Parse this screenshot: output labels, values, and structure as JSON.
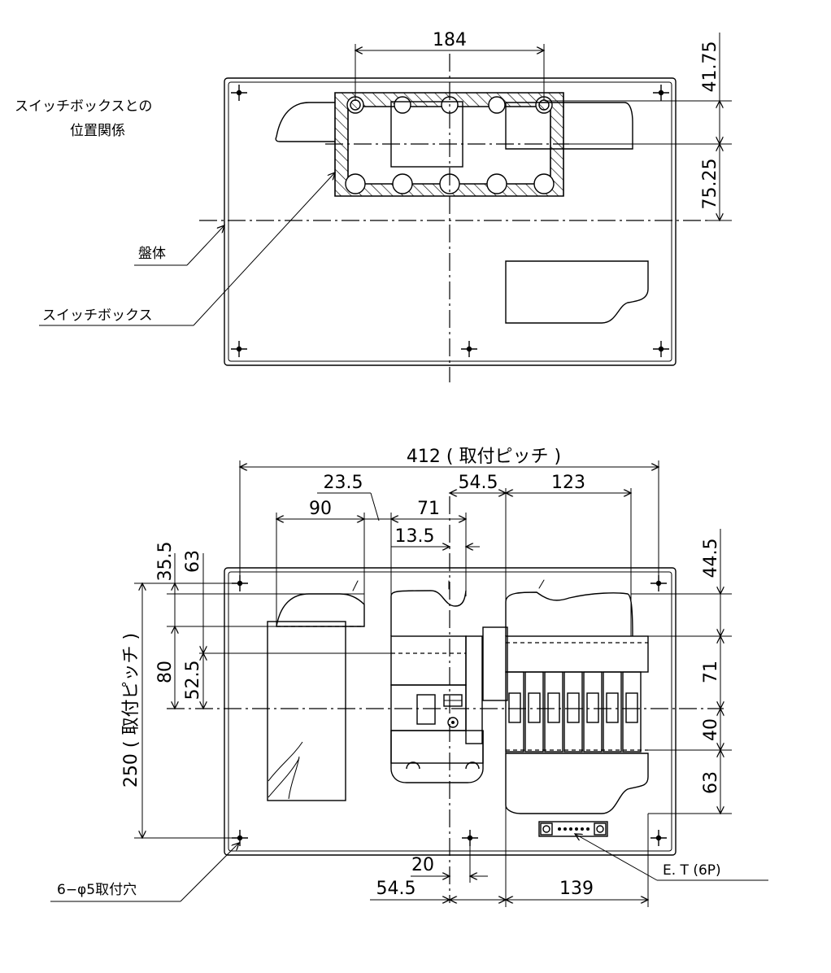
{
  "top_view": {
    "label_switchbox_relation_line1": "スイッチボックスとの",
    "label_switchbox_relation_line2": "位置関係",
    "label_panel_body": "盤体",
    "label_switch_box": "スイッチボックス",
    "dim_box_width": "184",
    "dim_top_offset": "41.75",
    "dim_center_offset": "75.25"
  },
  "bottom_view": {
    "dim_mount_pitch_h": "412 ( 取付ピッチ )",
    "dim_mount_pitch_v": "250 ( 取付ピッチ )",
    "dim_23_5": "23.5",
    "dim_54_5_top": "54.5",
    "dim_123": "123",
    "dim_90": "90",
    "dim_71_top": "71",
    "dim_13_5": "13.5",
    "dim_35_5": "35.5",
    "dim_63_left": "63",
    "dim_80": "80",
    "dim_52_5": "52.5",
    "dim_44_5": "44.5",
    "dim_71_right": "71",
    "dim_40": "40",
    "dim_63_right": "63",
    "dim_20": "20",
    "dim_54_5_bottom": "54.5",
    "dim_139": "139",
    "label_mount_holes": "6−φ5取付穴",
    "label_et": "E. T (6P)"
  }
}
